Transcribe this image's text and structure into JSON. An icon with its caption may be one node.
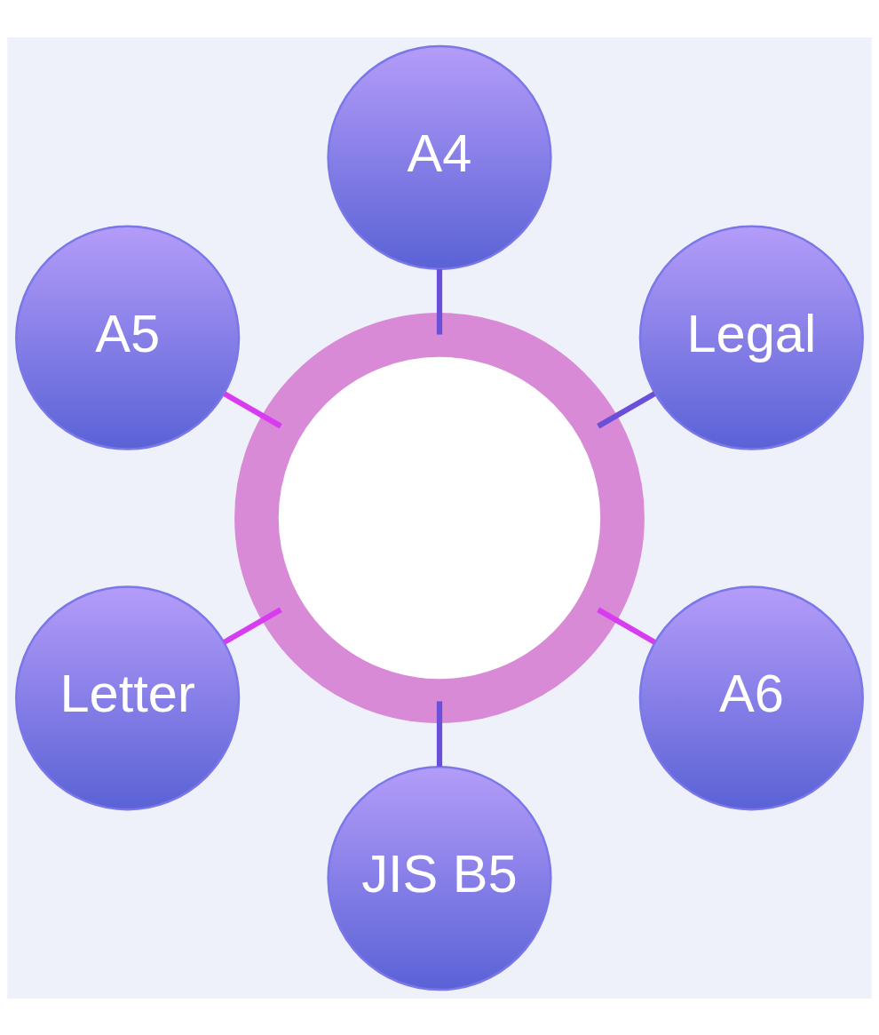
{
  "diagram": {
    "nodes": [
      {
        "text": [
          "A4"
        ]
      },
      {
        "text": [
          "Legal"
        ]
      },
      {
        "text": [
          "A5"
        ]
      },
      {
        "text": [],
        "shape": "circle"
      },
      {
        "text": [
          "A6"
        ]
      },
      {
        "text": [
          "Letter"
        ]
      },
      {
        "text": [
          "JIS B5"
        ]
      }
    ],
    "edges": [
      {
        "from": 3,
        "to": 0,
        "arrow": "none",
        "color": "#6a4fd8"
      },
      {
        "from": 3,
        "to": 1,
        "arrow": "none",
        "color": "#6a4fd8"
      },
      {
        "from": 3,
        "to": 2,
        "arrow": "none",
        "color": "#d83cf0"
      },
      {
        "from": 3,
        "to": 4,
        "arrow": "none",
        "color": "#d83cf0"
      },
      {
        "from": 3,
        "to": 5,
        "arrow": "none",
        "color": "#d83cf0"
      },
      {
        "from": 3,
        "to": 6,
        "arrow": "none",
        "color": "#6a4fd8"
      }
    ]
  }
}
